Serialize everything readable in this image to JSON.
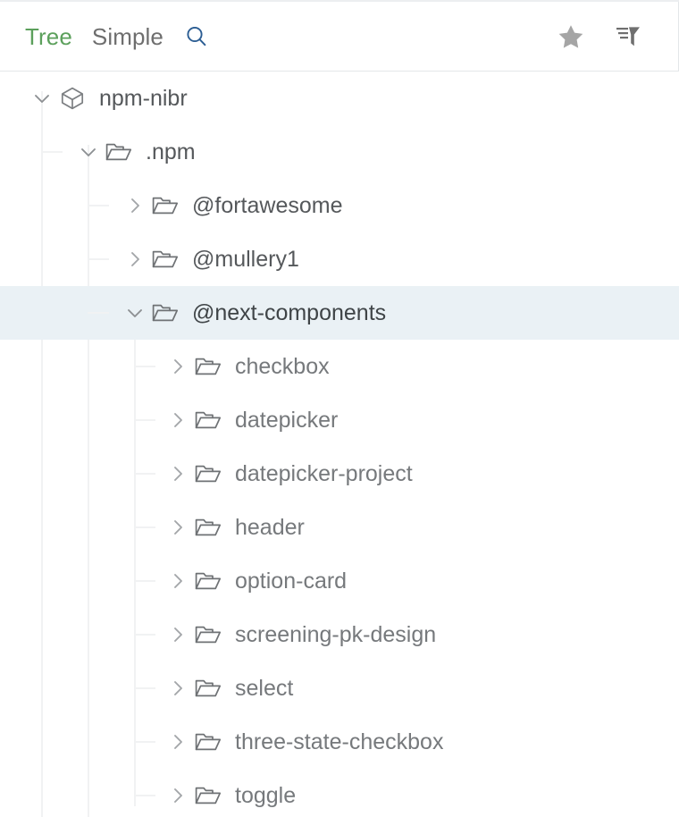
{
  "header": {
    "tabs": [
      {
        "label": "Tree",
        "active": true
      },
      {
        "label": "Simple",
        "active": false
      }
    ],
    "search_icon": "search-icon",
    "favorite_icon": "star-icon",
    "filter_icon": "filter-icon",
    "colors": {
      "active_tab": "#5ca05c",
      "inactive_tab": "#6e6e6e",
      "search_icon": "#2b5d93",
      "header_icons": "#9b9b9b",
      "border": "#e4e7e9"
    }
  },
  "tree": {
    "selected_node": "@next-components",
    "selection_color": "#eaf1f5",
    "guide_color": "#f1f2f3",
    "nodes": [
      {
        "label": "npm-nibr",
        "depth": 0,
        "icon": "package-cube-icon",
        "state": "expanded",
        "selected": false,
        "connector": "none"
      },
      {
        "label": ".npm",
        "depth": 1,
        "icon": "folder-open-icon",
        "state": "expanded",
        "selected": false,
        "connector": "tee"
      },
      {
        "label": "@fortawesome",
        "depth": 2,
        "icon": "folder-open-icon",
        "state": "collapsed",
        "selected": false,
        "connector": "tee"
      },
      {
        "label": "@mullery1",
        "depth": 2,
        "icon": "folder-open-icon",
        "state": "collapsed",
        "selected": false,
        "connector": "tee"
      },
      {
        "label": "@next-components",
        "depth": 2,
        "icon": "folder-open-icon",
        "state": "expanded",
        "selected": true,
        "connector": "tee"
      },
      {
        "label": "checkbox",
        "depth": 3,
        "icon": "folder-open-icon",
        "state": "collapsed",
        "selected": false,
        "connector": "tee"
      },
      {
        "label": "datepicker",
        "depth": 3,
        "icon": "folder-open-icon",
        "state": "collapsed",
        "selected": false,
        "connector": "tee"
      },
      {
        "label": "datepicker-project",
        "depth": 3,
        "icon": "folder-open-icon",
        "state": "collapsed",
        "selected": false,
        "connector": "tee"
      },
      {
        "label": "header",
        "depth": 3,
        "icon": "folder-open-icon",
        "state": "collapsed",
        "selected": false,
        "connector": "tee"
      },
      {
        "label": "option-card",
        "depth": 3,
        "icon": "folder-open-icon",
        "state": "collapsed",
        "selected": false,
        "connector": "tee"
      },
      {
        "label": "screening-pk-design",
        "depth": 3,
        "icon": "folder-open-icon",
        "state": "collapsed",
        "selected": false,
        "connector": "tee"
      },
      {
        "label": "select",
        "depth": 3,
        "icon": "folder-open-icon",
        "state": "collapsed",
        "selected": false,
        "connector": "tee"
      },
      {
        "label": "three-state-checkbox",
        "depth": 3,
        "icon": "folder-open-icon",
        "state": "collapsed",
        "selected": false,
        "connector": "tee"
      },
      {
        "label": "toggle",
        "depth": 3,
        "icon": "folder-open-icon",
        "state": "collapsed",
        "selected": false,
        "connector": "last"
      }
    ]
  }
}
